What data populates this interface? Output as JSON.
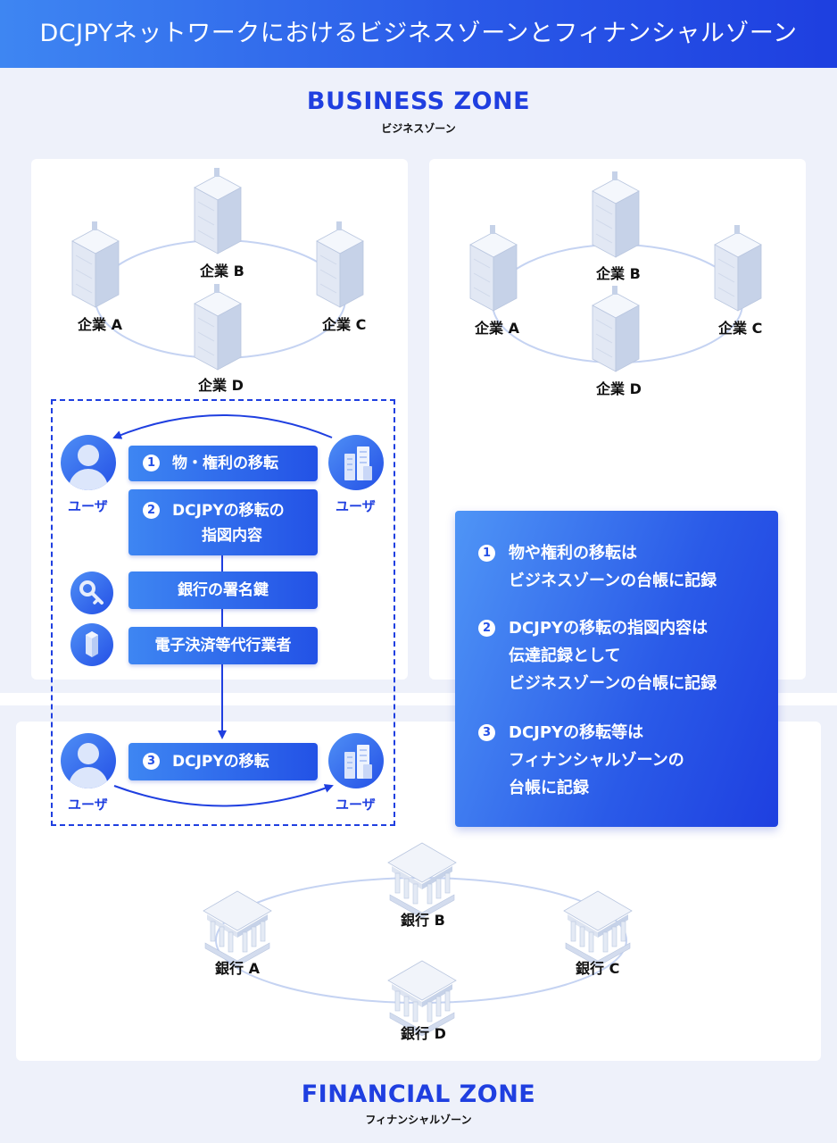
{
  "title": "DCJPYネットワークにおけるビジネスゾーンとフィナンシャルゾーン",
  "business_zone": {
    "title": "BUSINESS ZONE",
    "subtitle": "ビジネスゾーン",
    "left_companies": [
      "企業 A",
      "企業 B",
      "企業 C",
      "企業 D"
    ],
    "right_companies": [
      "企業 A",
      "企業 B",
      "企業 C",
      "企業 D"
    ]
  },
  "flow": {
    "user_label": "ユーザ",
    "step1": {
      "num": "1",
      "text": "物・権利の移転"
    },
    "step2": {
      "num": "2",
      "line1": "DCJPYの移転の",
      "line2": "指図内容"
    },
    "bank_key": "銀行の署名鍵",
    "agent": "電子決済等代行業者",
    "step3": {
      "num": "3",
      "text": "DCJPYの移転"
    }
  },
  "notes": {
    "n1": {
      "num": "1",
      "lines": [
        "物や権利の移転は",
        "ビジネスゾーンの台帳に記録"
      ]
    },
    "n2": {
      "num": "2",
      "lines": [
        "DCJPYの移転の指図内容は",
        "伝達記録として",
        "ビジネスゾーンの台帳に記録"
      ]
    },
    "n3": {
      "num": "3",
      "lines": [
        "DCJPYの移転等は",
        "フィナンシャルゾーンの",
        "台帳に記録"
      ]
    }
  },
  "financial_zone": {
    "title": "FINANCIAL ZONE",
    "subtitle": "フィナンシャルゾーン",
    "banks": [
      "銀行 A",
      "銀行 B",
      "銀行 C",
      "銀行 D"
    ]
  },
  "colors": {
    "accent": "#1f3fe0",
    "gradient_start": "#3e86f2",
    "gradient_end": "#1e3fe0",
    "ring": "#c5d3f2",
    "building": "#d9e1f0"
  },
  "icons": [
    "building-icon",
    "user-icon",
    "company-icon",
    "key-icon",
    "bank-icon",
    "arrow-icon"
  ]
}
